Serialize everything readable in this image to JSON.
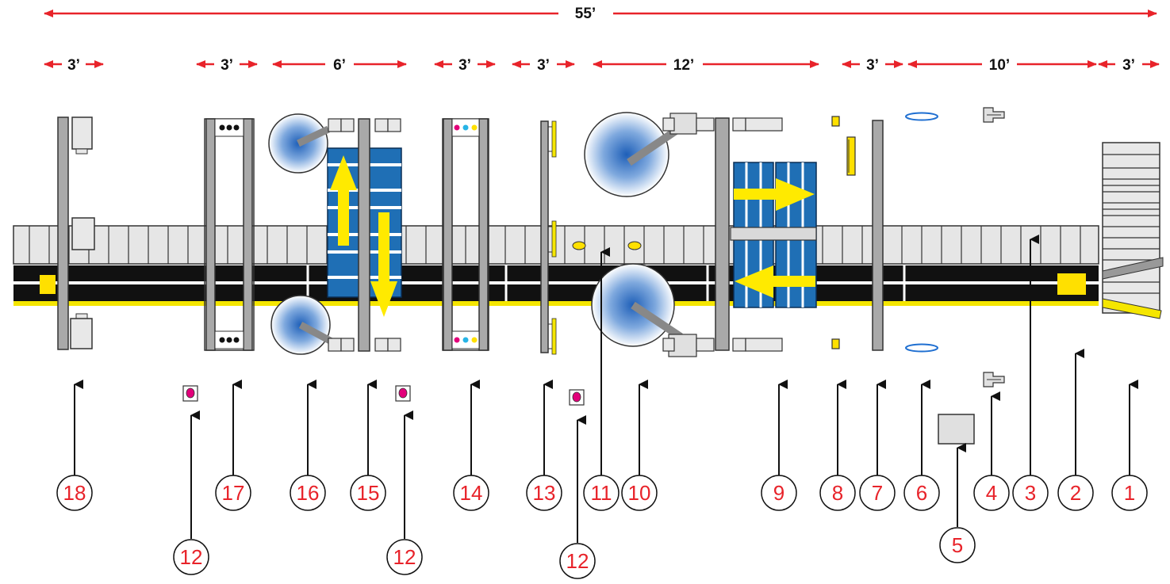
{
  "overall": {
    "label": "55’"
  },
  "dimensions": [
    {
      "id": "d18",
      "label": "3’"
    },
    {
      "id": "d17",
      "label": "3’"
    },
    {
      "id": "d16",
      "label": "6’"
    },
    {
      "id": "d14",
      "label": "3’"
    },
    {
      "id": "d13",
      "label": "3’"
    },
    {
      "id": "d10",
      "label": "12’"
    },
    {
      "id": "d7",
      "label": "3’"
    },
    {
      "id": "d5",
      "label": "10’"
    },
    {
      "id": "d1",
      "label": "3’"
    }
  ],
  "callouts": [
    {
      "id": "c18",
      "label": "18"
    },
    {
      "id": "c12a",
      "label": "12"
    },
    {
      "id": "c17",
      "label": "17"
    },
    {
      "id": "c16",
      "label": "16"
    },
    {
      "id": "c15",
      "label": "15"
    },
    {
      "id": "c12b",
      "label": "12"
    },
    {
      "id": "c14",
      "label": "14"
    },
    {
      "id": "c13",
      "label": "13"
    },
    {
      "id": "c12c",
      "label": "12"
    },
    {
      "id": "c11",
      "label": "11"
    },
    {
      "id": "c10",
      "label": "10"
    },
    {
      "id": "c9",
      "label": "9"
    },
    {
      "id": "c8",
      "label": "8"
    },
    {
      "id": "c7",
      "label": "7"
    },
    {
      "id": "c6",
      "label": "6"
    },
    {
      "id": "c5",
      "label": "5"
    },
    {
      "id": "c4",
      "label": "4"
    },
    {
      "id": "c3",
      "label": "3"
    },
    {
      "id": "c2",
      "label": "2"
    },
    {
      "id": "c1",
      "label": "1"
    }
  ],
  "colors": {
    "dimension_arrow": "#e8232a",
    "callout": "#e8232a",
    "belt": "#111111",
    "rail": "#f5e600",
    "frame": "#a9a9a9",
    "roll_center": "#2a6fc4",
    "pallet": "#1f6fb5",
    "flow_arrow": "#ffea00",
    "sensor": "#e2007a"
  }
}
